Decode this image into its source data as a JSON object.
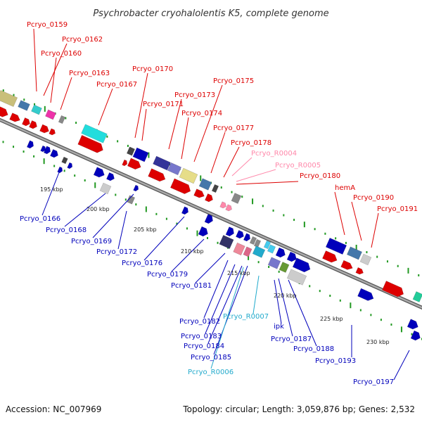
{
  "title": "Psychrobacter cryohalolentis K5, complete genome",
  "footer": {
    "accession": "Accession: NC_007969",
    "topology": "Topology: circular; Length: 3,059,876 bp; Genes: 2,532"
  },
  "colors": {
    "forward": "#dd0000",
    "reverse": "#0000bb",
    "rna_forward": "#ff88aa",
    "rna_reverse": "#22aacc",
    "backbone": "#888888",
    "ticks": "#229922"
  },
  "scale_labels": [
    "195 kbp",
    "200 kbp",
    "205 kbp",
    "210 kbp",
    "215 kbp",
    "220 kbp",
    "225 kbp",
    "230 kbp"
  ],
  "forward_labels": [
    "Pcryo_0159",
    "Pcryo_0162",
    "Pcryo_0160",
    "Pcryo_0163",
    "Pcryo_0167",
    "Pcryo_0170",
    "Pcryo_0173",
    "Pcryo_0171",
    "Pcryo_0175",
    "Pcryo_0174",
    "Pcryo_0177",
    "Pcryo_0178",
    "Pcryo_0180",
    "hemA",
    "Pcryo_0190",
    "Pcryo_0191"
  ],
  "forward_rna_labels": [
    "Pcryo_R0004",
    "Pcryo_R0005"
  ],
  "reverse_labels": [
    "Pcryo_0166",
    "Pcryo_0168",
    "Pcryo_0169",
    "Pcryo_0172",
    "Pcryo_0176",
    "Pcryo_0179",
    "Pcryo_0181",
    "Pcryo_0182",
    "Pcryo_0183",
    "Pcryo_0184",
    "Pcryo_0185",
    "ipk",
    "Pcryo_0187",
    "Pcryo_0188",
    "Pcryo_0193",
    "Pcryo_0197"
  ],
  "reverse_rna_labels": [
    "Pcryo_R0007",
    "Pcryo_R0006"
  ]
}
